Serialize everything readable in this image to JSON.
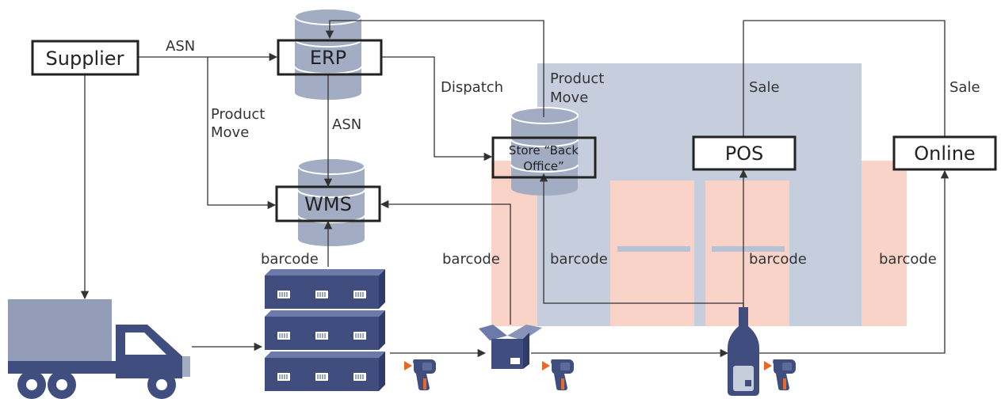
{
  "nodes": {
    "supplier": "Supplier",
    "erp": "ERP",
    "wms": "WMS",
    "store_back_office_line1": "Store “Back",
    "store_back_office_line2": "Office”",
    "pos": "POS",
    "online": "Online"
  },
  "edge_labels": {
    "asn_supplier_erp": "ASN",
    "product_move_1_line1": "Product",
    "product_move_1_line2": "Move",
    "asn_erp_wms": "ASN",
    "dispatch": "Dispatch",
    "product_move_2_line1": "Product",
    "product_move_2_line2": "Move",
    "sale_pos": "Sale",
    "sale_online": "Sale",
    "barcode_pallet": "barcode",
    "barcode_box": "barcode",
    "barcode_store": "barcode",
    "barcode_pos": "barcode",
    "barcode_online": "barcode"
  },
  "colors": {
    "store_background": "#c6cedd",
    "shelf_salmon": "#f9d3c8",
    "shelf_bar": "#b7c2d8",
    "database": "#a2adc3",
    "navy": "#3f4d7f",
    "truck_cargo": "#949db8",
    "scanner_orange": "#e8682c",
    "line": "#333333"
  },
  "icons": [
    "database-icon",
    "truck-icon",
    "pallet-icon",
    "box-icon",
    "bottle-icon",
    "barcode-scanner-icon"
  ]
}
